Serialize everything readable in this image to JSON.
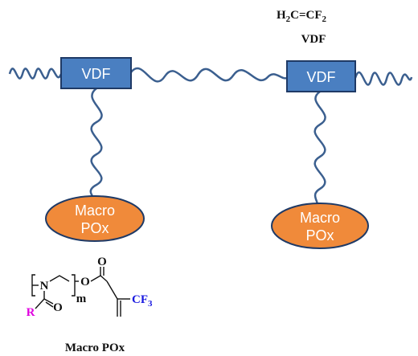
{
  "monomer_formula": {
    "parts": [
      {
        "t": "H",
        "sub": false
      },
      {
        "t": "2",
        "sub": true
      },
      {
        "t": "C=CF",
        "sub": false
      },
      {
        "t": "2",
        "sub": true
      }
    ]
  },
  "monomer_name": "VDF",
  "vdf_box_1": "VDF",
  "vdf_box_2": "VDF",
  "macro_1": {
    "line1": "Macro",
    "line2": "POx"
  },
  "macro_2": {
    "line1": "Macro",
    "line2": "POx"
  },
  "structure": {
    "N": "N",
    "O_ether": "O",
    "O_carbonyl": "O",
    "O_amide": "O",
    "R": "R",
    "m": "m",
    "CF3": {
      "main": "CF",
      "sub": "3"
    }
  },
  "structure_caption": "Macro POx",
  "colors": {
    "chain": "#3b5f8f",
    "vdf_fill": "#4a7fc1",
    "vdf_border": "#1f3a66",
    "macro_fill": "#f08a3a",
    "macro_border": "#1f3a66",
    "r_color": "#e000e0",
    "cf3_color": "#1a1ae0"
  }
}
